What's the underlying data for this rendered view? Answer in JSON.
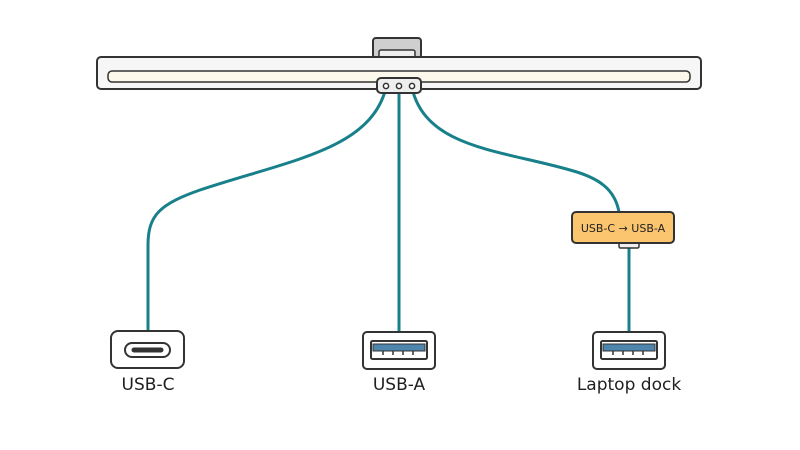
{
  "colors": {
    "cable": "#17808a",
    "outline": "#333333",
    "bar_fill": "#f6f6f6",
    "light_strip": "#fcf8ec",
    "clamp_fill": "#cfcfcf",
    "hub_fill": "#eeeeee",
    "adapter_fill": "#fbc46e",
    "port_insert": "#4e85ad",
    "background": "#ffffff"
  },
  "icons": {
    "lamp": "monitor-light-bar-icon",
    "hub": "usb-hub-icon",
    "usb_c": "usb-c-port-icon",
    "usb_a": "usb-a-port-icon"
  },
  "adapter": {
    "label": "USB-C → USB-A"
  },
  "ports": [
    {
      "id": "usb-c",
      "label": "USB-C"
    },
    {
      "id": "usb-a",
      "label": "USB-A"
    },
    {
      "id": "laptop-dock",
      "label": "Laptop dock"
    }
  ]
}
